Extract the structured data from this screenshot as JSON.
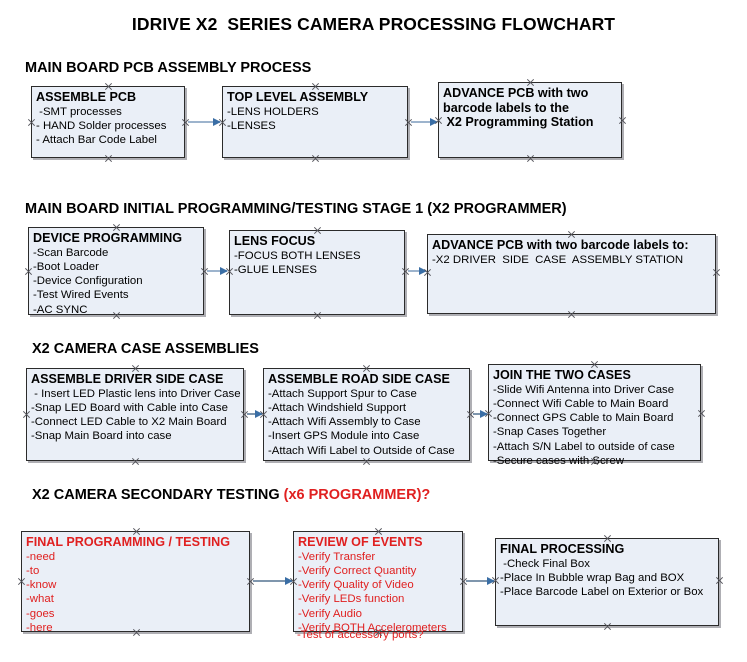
{
  "document": {
    "title": "IDRIVE X2  SERIES CAMERA PROCESSING FLOWCHART"
  },
  "sections": [
    {
      "id": "main-board-pcb-assembly-process",
      "heading": "MAIN BOARD PCB ASSEMBLY PROCESS",
      "heading_accent": ""
    },
    {
      "id": "main-board-initial-programming",
      "heading": "MAIN BOARD INITIAL PROGRAMMING/TESTING STAGE 1 (X2 PROGRAMMER)",
      "heading_accent": ""
    },
    {
      "id": "x2-camera-case-assemblies",
      "heading": "X2 CAMERA CASE ASSEMBLIES",
      "heading_accent": ""
    },
    {
      "id": "x2-camera-secondary-testing",
      "heading": "X2 CAMERA SECONDARY TESTING ",
      "heading_accent": "(x6 PROGRAMMER)?"
    }
  ],
  "boxes": {
    "assemble_pcb": {
      "title": "ASSEMBLE PCB",
      "lines": [
        " -SMT processes",
        "- HAND Solder processes",
        "- Attach Bar Code Label"
      ]
    },
    "top_level_assembly": {
      "title": "TOP LEVEL ASSEMBLY",
      "lines": [
        "-LENS HOLDERS",
        "-LENSES"
      ]
    },
    "advance_pcb_station": {
      "title": "ADVANCE PCB with two",
      "lines": [
        "barcode labels to the",
        " X2 Programming Station"
      ]
    },
    "device_programming": {
      "title": "DEVICE PROGRAMMING",
      "lines": [
        "-Scan Barcode",
        "-Boot Loader",
        "-Device Configuration",
        "-Test Wired Events",
        "-AC SYNC"
      ]
    },
    "lens_focus": {
      "title": "LENS FOCUS",
      "lines": [
        "-FOCUS BOTH LENSES",
        "-GLUE LENSES"
      ]
    },
    "advance_pcb_driver_side": {
      "title": "ADVANCE PCB with two barcode labels to:",
      "lines": [
        "-X2 DRIVER  SIDE  CASE  ASSEMBLY STATION"
      ]
    },
    "assemble_driver_side_case": {
      "title": "ASSEMBLE DRIVER SIDE CASE",
      "lines": [
        " - Insert LED Plastic lens into Driver Case",
        "-Snap LED Board with Cable into Case",
        "-Connect LED Cable to X2 Main Board",
        "-Snap Main Board into case"
      ]
    },
    "assemble_road_side_case": {
      "title": "ASSEMBLE ROAD SIDE CASE",
      "lines": [
        "-Attach Support Spur to Case",
        "-Attach Windshield Support",
        "-Attach Wifi Assembly to Case",
        "-Insert GPS Module into Case",
        "-Attach Wifi Label to Outside of Case"
      ]
    },
    "join_the_two_cases": {
      "title": "JOIN THE TWO CASES",
      "lines": [
        "-Slide Wifi Antenna into Driver Case",
        "-Connect Wifi Cable to Main Board",
        "-Connect GPS Cable to Main Board",
        "-Snap Cases Together",
        "-Attach S/N Label to outside of case",
        "-Secure cases with Screw"
      ]
    },
    "final_programming_testing": {
      "title": "FINAL PROGRAMMING / TESTING",
      "lines": [
        "-need",
        "-to",
        "-know",
        "-what",
        "-goes",
        "-here"
      ]
    },
    "review_of_events": {
      "title": "REVIEW OF EVENTS",
      "lines": [
        "-Verify Transfer",
        "-Verify Correct Quantity",
        "-Verify Quality of Video",
        "-Verify LEDs function",
        "-Verify Audio",
        "-Verify BOTH Accelerometers"
      ],
      "overflow_line": "-Test of accessory ports?"
    },
    "final_processing": {
      "title": "FINAL PROCESSING",
      "lines": [
        " -Check Final Box",
        "-Place In Bubble wrap Bag and BOX",
        "-Place Barcode Label on Exterior or Box"
      ]
    }
  },
  "colors": {
    "box_fill": "#eaeff7",
    "box_border": "#2b2b2b",
    "accent_red": "#e02020",
    "connector": "#9db4cd",
    "arrowhead": "#3a6ea5"
  }
}
